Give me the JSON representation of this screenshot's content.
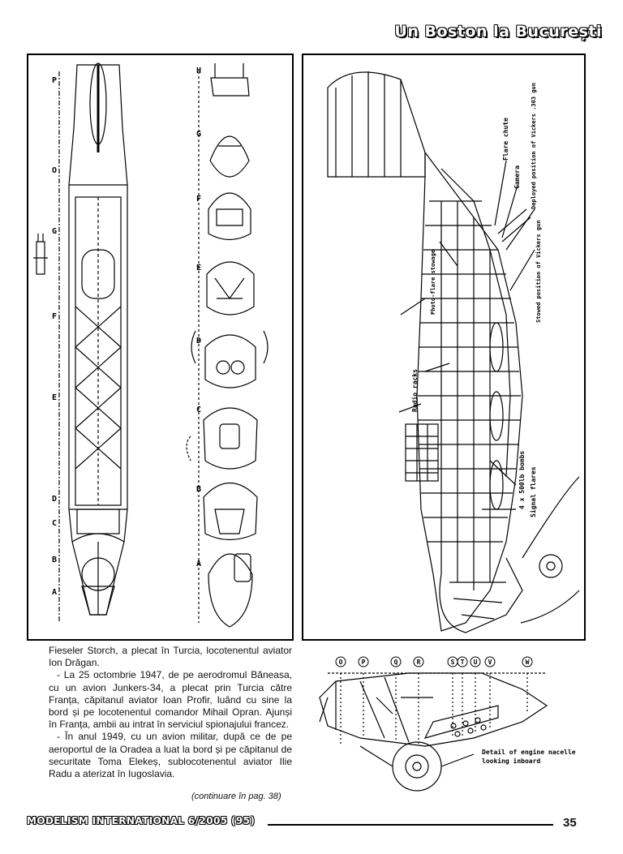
{
  "header": {
    "title": "Un Boston la București"
  },
  "drawings": {
    "section_labels": [
      "H",
      "G",
      "F",
      "E",
      "D",
      "C",
      "B",
      "A"
    ],
    "station_labels": [
      "P",
      "O",
      "G",
      "F",
      "E",
      "D",
      "C",
      "B",
      "A"
    ],
    "right_annotations": [
      "Flare chute",
      "Camera",
      "Deployed position of Vickers .303 gun",
      "Stowed position of Vickers gun",
      "Photo-flare stowage",
      "Radio racks",
      "4 x 500lb bombs",
      "Signal flares"
    ],
    "nacelle_stations": [
      "O",
      "P",
      "Q",
      "R",
      "S",
      "T",
      "U",
      "V",
      "W"
    ],
    "nacelle_caption_line1": "Detail of engine nacelle",
    "nacelle_caption_line2": "looking inboard"
  },
  "article": {
    "paragraphs": [
      "Fieseler Storch, a plecat în Turcia, locotenentul aviator Ion Drăgan.",
      "- La 25 octombrie 1947, de pe aerodromul Băneasa, cu un avion Junkers-34, a plecat prin Turcia către Franța, căpitanul aviator Ioan Profir, luând cu sine la bord și pe locotenentul comandor Mihail Opran. Ajunși în Franța, ambii au intrat în serviciul spionajului francez.",
      "- În anul 1949, cu un avion militar, după ce de pe aeroportul de la Oradea a luat la bord și pe căpitanul de securitate Toma Elekeș, sublocotenentul aviator Ilie Radu a aterizat în Iugoslavia."
    ],
    "continuation": "(continuare în pag. 38)"
  },
  "footer": {
    "publication": "MODELISM INTERNATIONAL 6/2005 (95)",
    "page_number": "35"
  }
}
